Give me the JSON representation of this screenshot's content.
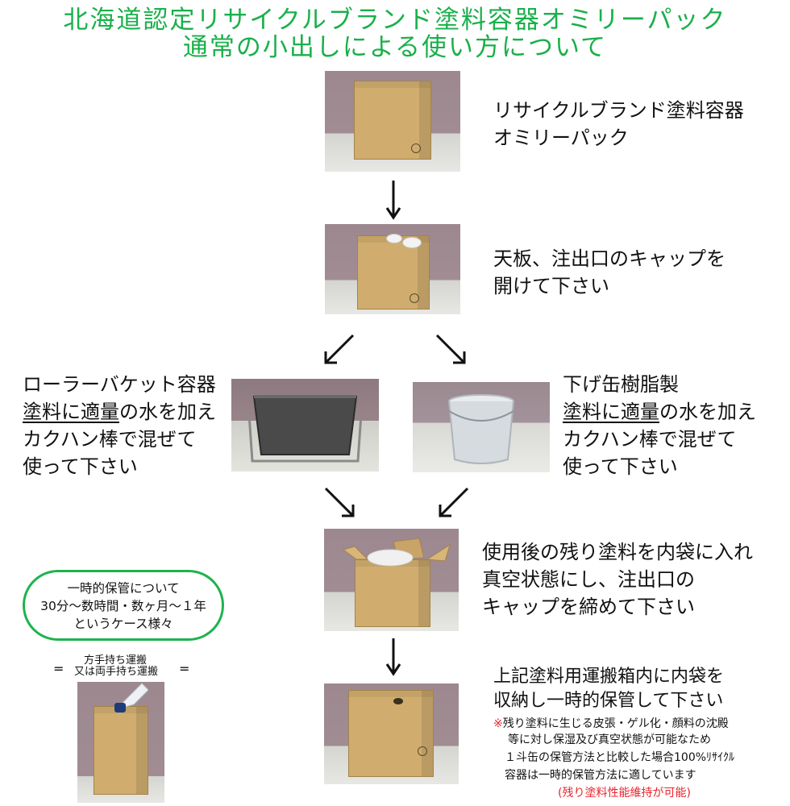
{
  "title": {
    "line1": "北海道認定リサイクルブランド塗料容器オミリーパック",
    "line2": "通常の小出しによる使い方について"
  },
  "steps": {
    "step1": {
      "line1": "リサイクルブランド塗料容器",
      "line2": "オミリーパック"
    },
    "step2": {
      "line1": "天板、注出口のキャップを",
      "line2": "開けて下さい"
    },
    "left_option": {
      "line1": "ローラーバケット容器",
      "line2a": "塗料に",
      "line2b": "適量",
      "line2c": "の水を加え",
      "line3": "カクハン棒で混ぜて",
      "line4": "使って下さい"
    },
    "right_option": {
      "line1": "下げ缶樹脂製",
      "line2a": "塗料に",
      "line2b": "適量",
      "line2c": "の水を加え",
      "line3": "カクハン棒で混ぜて",
      "line4": "使って下さい"
    },
    "step4": {
      "line1": "使用後の残り塗料を内袋に入れ",
      "line2": "真空状態にし、注出口の",
      "line3": "キャップを締めて下さい"
    },
    "step5": {
      "line1": "上記塗料用運搬箱内に内袋を",
      "line2": "収納し一時的保管して下さい"
    }
  },
  "notes": {
    "line1": "※残り塗料に生じる皮張・ゲル化・顔料の沈殿",
    "line2": "等に対し保湿及び真空状態が可能なため",
    "line3": "１斗缶の保管方法と比較した場合100%ﾘｻｲｸﾙ",
    "line4": "容器は一時的保管方法に適しています",
    "line5": "(残り塗料性能維持が可能)"
  },
  "storage_bubble": {
    "line1": "一時的保管について",
    "line2": "30分〜数時間・数ヶ月〜１年",
    "line3": "というケース様々"
  },
  "carry": {
    "eq_left": "=",
    "line1": "方手持ち運搬",
    "line2": "又は両手持ち運搬",
    "eq_right": "="
  },
  "colors": {
    "title_green": "#19b04a",
    "bubble_border": "#1db34d",
    "note_red": "#e8242c",
    "cardboard": "#d0ad6f"
  }
}
